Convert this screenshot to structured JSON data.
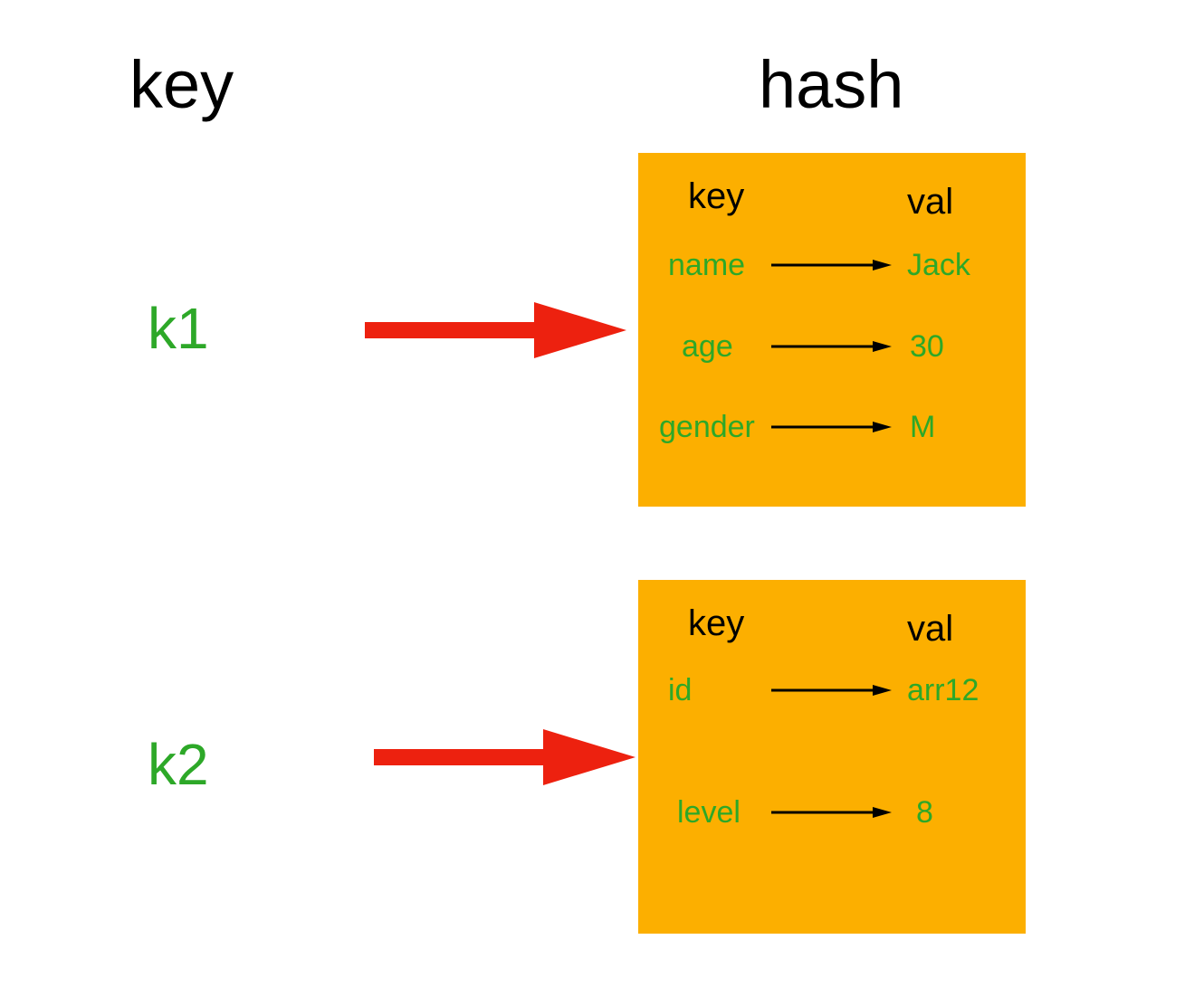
{
  "titles": {
    "key": "key",
    "hash": "hash"
  },
  "keys": [
    {
      "label": "k1"
    },
    {
      "label": "k2"
    }
  ],
  "hashes": [
    {
      "header": {
        "key": "key",
        "val": "val"
      },
      "rows": [
        {
          "key": "name",
          "val": "Jack"
        },
        {
          "key": "age",
          "val": "30"
        },
        {
          "key": "gender",
          "val": "M"
        }
      ]
    },
    {
      "header": {
        "key": "key",
        "val": "val"
      },
      "rows": [
        {
          "key": "id",
          "val": "arr12"
        },
        {
          "key": "level",
          "val": "8"
        }
      ]
    }
  ],
  "icons": {
    "red_arrow": "right-arrow",
    "black_arrow": "right-arrow"
  },
  "colors": {
    "box": "#FCAF00",
    "green": "#2DA828",
    "red": "#ED210F",
    "ink": "#000000"
  }
}
